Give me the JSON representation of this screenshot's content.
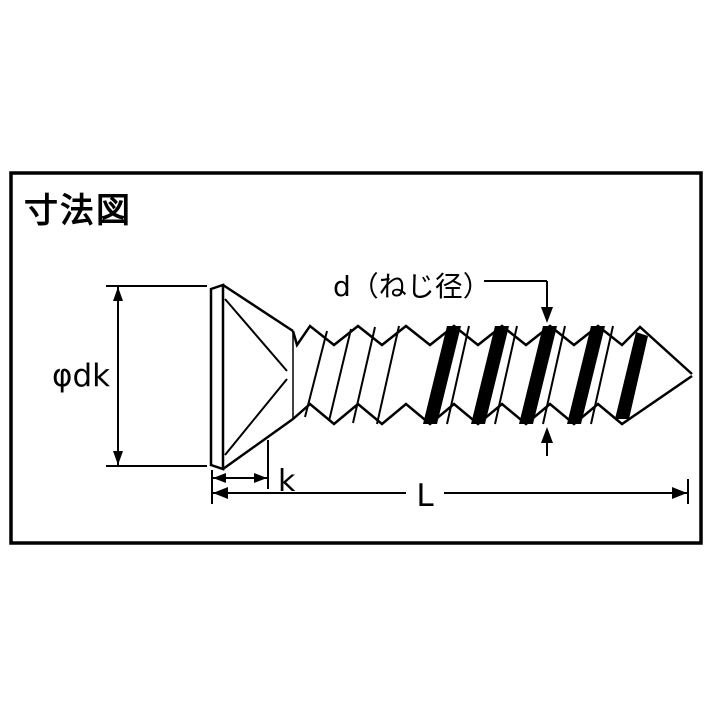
{
  "page": {
    "background_color": "#ffffff"
  },
  "diagram": {
    "title": "寸法図",
    "type": "screw-dimension-drawing",
    "border_color": "#000000",
    "line_color": "#000000",
    "labels": {
      "head_diameter": "φdk",
      "thread_diameter": "d（ねじ径）",
      "head_height": "k",
      "total_length": "L"
    }
  }
}
